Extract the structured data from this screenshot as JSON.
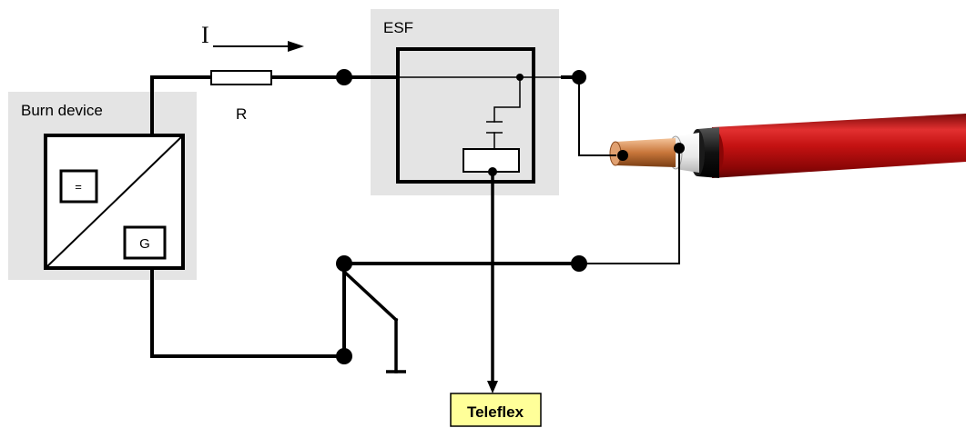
{
  "labels": {
    "current": "I",
    "resistor": "R",
    "burn_device": "Burn device",
    "esf": "ESF",
    "dc_symbol": "=",
    "generator": "G",
    "teleflex": "Teleflex"
  },
  "colors": {
    "panel_gray": "#e4e4e4",
    "teleflex_fill": "#ffff99",
    "cable_red": "#c41212",
    "cable_copper": "#c8763a",
    "wire": "#000000"
  },
  "icons": {
    "ground": "ground-icon",
    "switch": "switch-icon",
    "capacitor": "capacitor-icon",
    "cable": "coaxial-cable-icon"
  }
}
